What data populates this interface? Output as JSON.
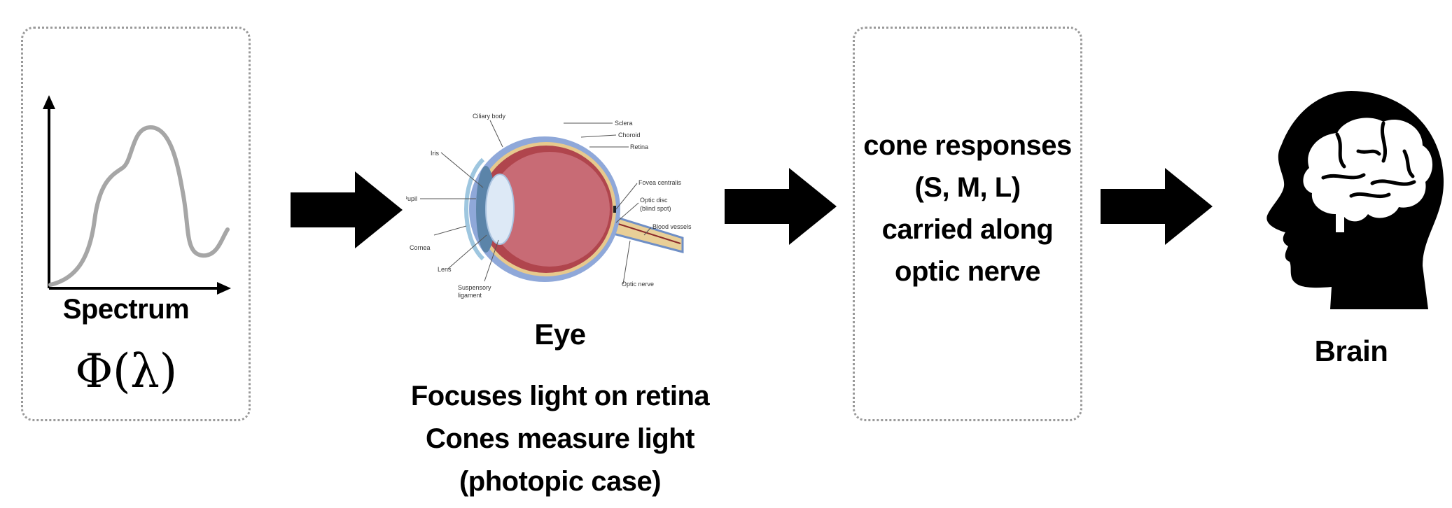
{
  "spectrum": {
    "label": "Spectrum",
    "symbol": "Φ(λ)"
  },
  "eye": {
    "label": "Eye",
    "description_lines": [
      "Focuses light on retina",
      "Cones measure light",
      "(photopic case)"
    ],
    "anatomy_labels": {
      "ciliary_body": "Ciliary body",
      "sclera": "Sclera",
      "choroid": "Choroid",
      "retina": "Retina",
      "iris": "Iris",
      "pupil": "Pupil",
      "fovea": "Fovea centralis",
      "optic_disc": "Optic disc",
      "blind_spot": "(blind spot)",
      "blood_vessels": "Blood vessels",
      "cornea": "Cornea",
      "lens": "Lens",
      "suspensory_1": "Suspensory",
      "suspensory_2": "ligament",
      "optic_nerve": "Optic nerve"
    }
  },
  "cone_responses": {
    "lines": [
      "cone responses",
      "(S, M, L)",
      "carried along",
      "optic nerve"
    ]
  },
  "brain": {
    "label": "Brain"
  }
}
